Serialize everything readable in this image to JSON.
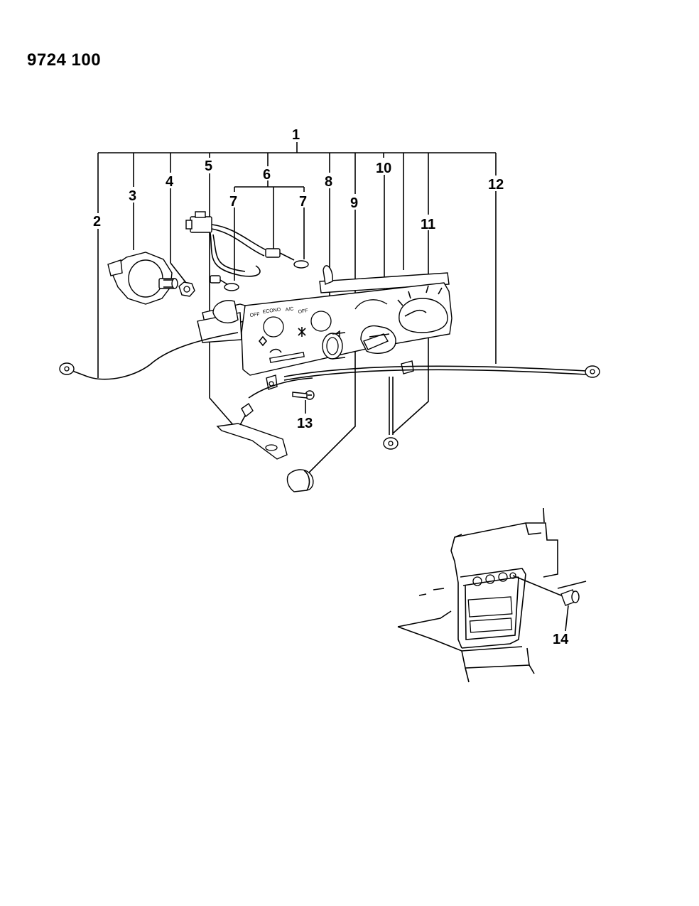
{
  "diagram_code": "9724 100",
  "callouts": {
    "c1": "1",
    "c2": "2",
    "c3": "3",
    "c4": "4",
    "c5": "5",
    "c6": "6",
    "c7a": "7",
    "c7b": "7",
    "c8": "8",
    "c9": "9",
    "c10": "10",
    "c11": "11",
    "c12": "12",
    "c13": "13",
    "c14": "14"
  },
  "panel_text": {
    "off": "OFF",
    "econo": "ECONO",
    "ac": "A/C",
    "off2": "OFF"
  }
}
